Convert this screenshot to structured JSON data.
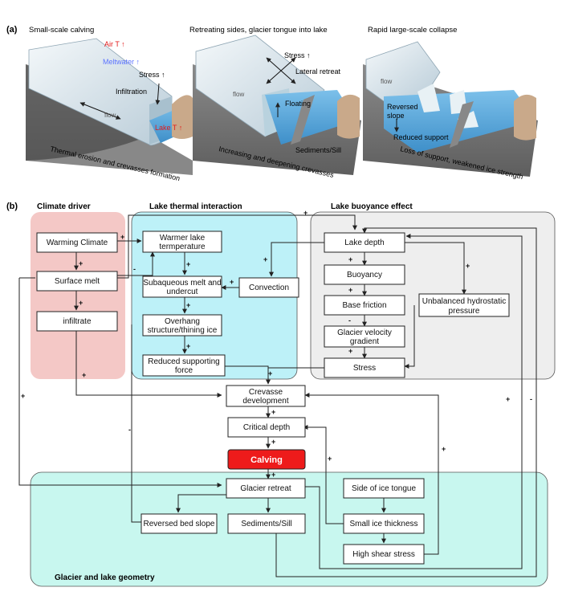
{
  "panel_a": {
    "label": "(a)",
    "stage1": {
      "title": "Small-scale calving",
      "air_t": "Air T ↑",
      "meltwater": "Meltwater ↑",
      "stress": "Stress ↑",
      "infiltration": "Infiltration",
      "flow": "flow",
      "lake_t": "Lake T ↑",
      "caption": "Thermal erosion and crevasses formation"
    },
    "stage2": {
      "title": "Retreating sides, glacier tongue into lake",
      "stress": "Stress ↑",
      "lateral": "Lateral retreat",
      "flow": "flow",
      "floating": "Floating",
      "sediments": "Sediments/Sill",
      "caption": "Increasing and deepening crevasses"
    },
    "stage3": {
      "title": "Rapid large-scale collapse",
      "flow": "flow",
      "reversed_1": "Reversed",
      "reversed_2": "slope",
      "reduced": "Reduced support",
      "caption": "Loss of support, weakened ice strength"
    }
  },
  "panel_b": {
    "label": "(b)",
    "groups": {
      "climate": "Climate driver",
      "thermal": "Lake thermal interaction",
      "buoyancy": "Lake buoyance effect",
      "geometry": "Glacier and lake geometry"
    },
    "nodes": {
      "warming": "Warming Climate",
      "surface_melt": "Surface melt",
      "infiltrate": "infiltrate",
      "warmer_lake_1": "Warmer lake",
      "warmer_lake_2": "termperature",
      "subaqueous_1": "Subaqueous melt and",
      "subaqueous_2": "undercut",
      "overhang_1": "Overhang",
      "overhang_2": "structure/thining ice",
      "reduced_1": "Reduced supporting",
      "reduced_2": "force",
      "convection": "Convection",
      "lake_depth": "Lake depth",
      "buoyancy": "Buoyancy",
      "base_friction": "Base friction",
      "velocity_1": "Glacier velocity",
      "velocity_2": "gradient",
      "stress": "Stress",
      "unbalanced_1": "Unbalanced hydrostatic",
      "unbalanced_2": "pressure",
      "crevasse_1": "Crevasse",
      "crevasse_2": "development",
      "critical": "Critical depth",
      "calving": "Calving",
      "retreat": "Glacier retreat",
      "reversed_bed": "Reversed bed slope",
      "sediments": "Sediments/Sill",
      "side_tongue": "Side of ice tongue",
      "small_ice": "Small ice thickness",
      "high_shear": "High shear stress"
    },
    "signs": {
      "plus": "+",
      "minus": "-"
    }
  },
  "colors": {
    "climate_fill": "#f4c8c6",
    "thermal_fill": "#bdf1f8",
    "buoyancy_fill": "#eeeeee",
    "geometry_fill": "#c8f7ef",
    "calving_fill": "#ee1b1b",
    "ice": "#dfe9ef",
    "water": "#5aa9dc",
    "bedrock": "#777777",
    "moraine": "#c9a98a"
  }
}
